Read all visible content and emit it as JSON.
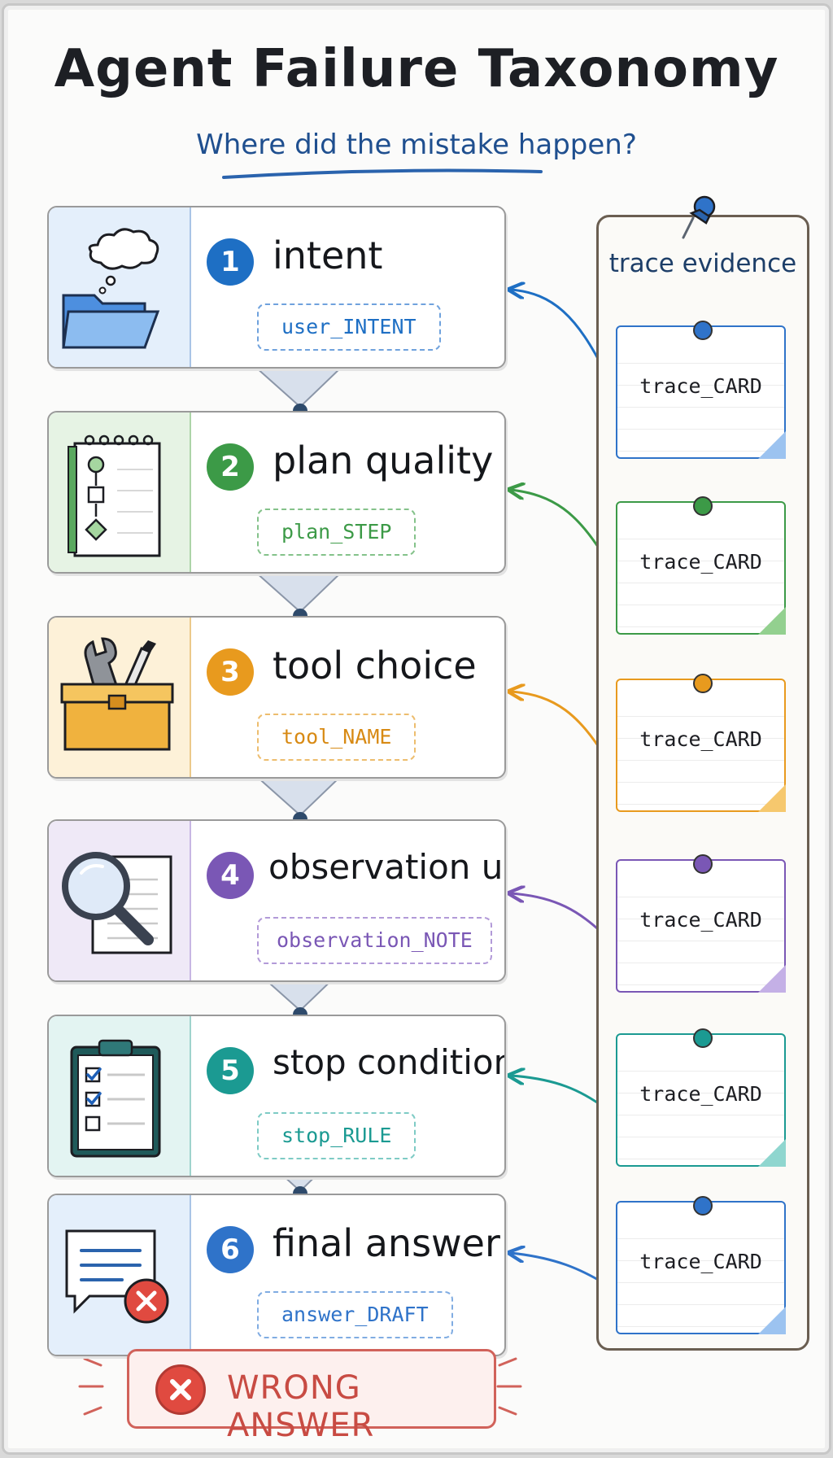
{
  "title": "Agent Failure Taxonomy",
  "subtitle": "Where did the mistake happen?",
  "steps": [
    {
      "number": "1",
      "label": "intent",
      "tag": "user_INTENT",
      "icon": "folder-thought-icon",
      "color": "#1e6fc4"
    },
    {
      "number": "2",
      "label": "plan quality",
      "tag": "plan_STEP",
      "icon": "flowchart-notebook-icon",
      "color": "#3c9a47"
    },
    {
      "number": "3",
      "label": "tool choice",
      "tag": "tool_NAME",
      "icon": "toolbox-icon",
      "color": "#e89a1e"
    },
    {
      "number": "4",
      "label": "observation use",
      "tag": "observation_NOTE",
      "icon": "magnifier-document-icon",
      "color": "#7a57b5"
    },
    {
      "number": "5",
      "label": "stop condition",
      "tag": "stop_RULE",
      "icon": "checklist-clipboard-icon",
      "color": "#1b9a92"
    },
    {
      "number": "6",
      "label": "final answer",
      "tag": "answer_DRAFT",
      "icon": "message-error-icon",
      "color": "#2f73c9"
    }
  ],
  "evidence": {
    "title": "trace evidence",
    "cards": [
      "trace_CARD",
      "trace_CARD",
      "trace_CARD",
      "trace_CARD",
      "trace_CARD",
      "trace_CARD"
    ]
  },
  "result": {
    "label": "WRONG ANSWER",
    "icon": "x-circle-icon",
    "color": "#d1625a"
  }
}
